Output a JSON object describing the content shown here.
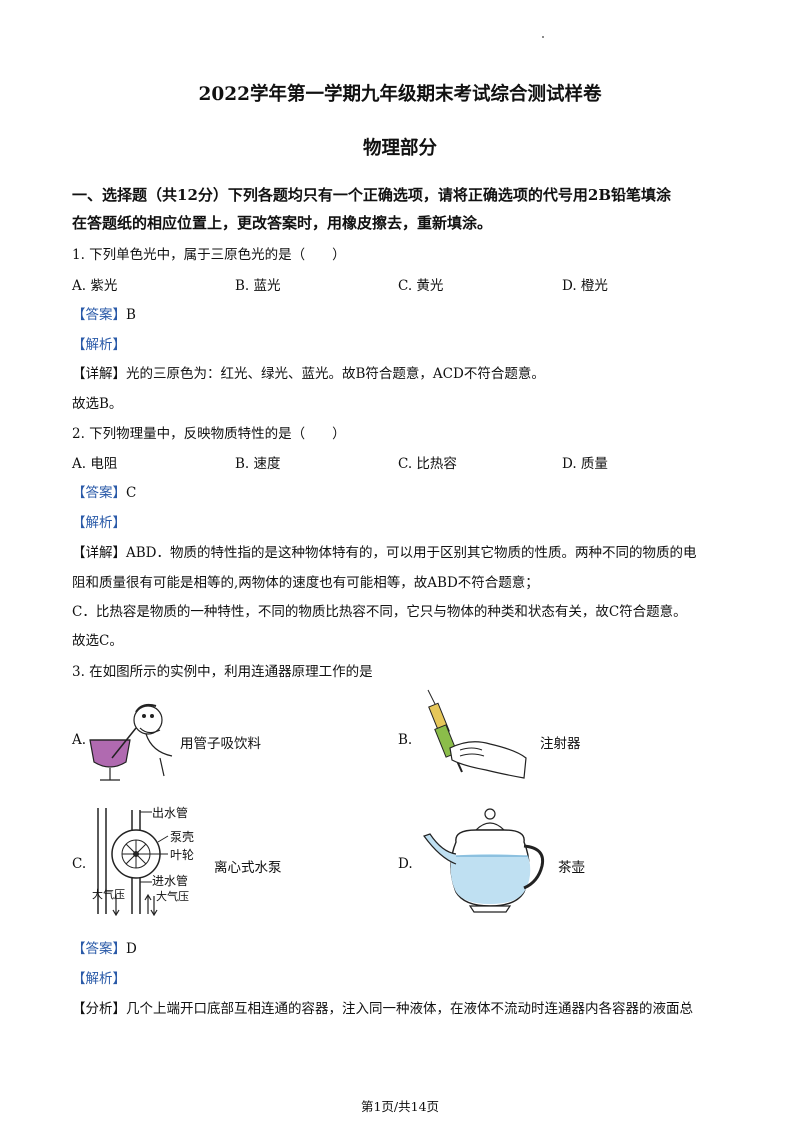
{
  "header": {
    "title": "2022学年第一学期九年级期末考试综合测试样卷",
    "subtitle": "物理部分"
  },
  "section1": {
    "line1": "一、选择题（共12分）下列各题均只有一个正确选项，请将正确选项的代号用2B铅笔填涂",
    "line2": "在答题纸的相应位置上，更改答案时，用橡皮擦去，重新填涂。"
  },
  "q1": {
    "stem": "1. 下列单色光中，属于三原色光的是（　　）",
    "options": [
      "A. 紫光",
      "B. 蓝光",
      "C. 黄光",
      "D. 橙光"
    ],
    "answer_tag": "【答案】",
    "answer": "B",
    "analysis_tag": "【解析】",
    "detail_tag": "【详解】",
    "detail": "光的三原色为：红光、绿光、蓝光。故B符合题意，ACD不符合题意。",
    "conclusion": "故选B。"
  },
  "q2": {
    "stem": "2. 下列物理量中，反映物质特性的是（　　）",
    "options": [
      "A. 电阻",
      "B. 速度",
      "C. 比热容",
      "D. 质量"
    ],
    "answer_tag": "【答案】",
    "answer": "C",
    "analysis_tag": "【解析】",
    "detail_tag": "【详解】",
    "detail_line1": "ABD．物质的特性指的是这种物体特有的，可以用于区别其它物质的性质。两种不同的物质的电",
    "detail_line2": "阻和质量很有可能是相等的,两物体的速度也有可能相等，故ABD不符合题意；",
    "detail_line3": "C．比热容是物质的一种特性，不同的物质比热容不同，它只与物体的种类和状态有关，故C符合题意。",
    "conclusion": "故选C。"
  },
  "q3": {
    "stem": "3. 在如图所示的实例中，利用连通器原理工作的是",
    "options": [
      {
        "letter": "A.",
        "caption": "用管子吸饮料"
      },
      {
        "letter": "B.",
        "caption": "注射器"
      },
      {
        "letter": "C.",
        "caption": "离心式水泵"
      },
      {
        "letter": "D.",
        "caption": "茶壶"
      }
    ],
    "pump_labels": {
      "outlet": "出水管",
      "shell": "泵壳",
      "impeller": "叶轮",
      "inlet": "进水管",
      "atm_left": "大气压",
      "atm_right": "大气压"
    },
    "answer_tag": "【答案】",
    "answer": "D",
    "analysis_tag": "【解析】",
    "analysis_detail_tag": "【分析】",
    "analysis_text": "几个上端开口底部互相连通的容器，注入同一种液体，在液体不流动时连通器内各容器的液面总"
  },
  "footer": {
    "page": "第1页/共14页"
  }
}
